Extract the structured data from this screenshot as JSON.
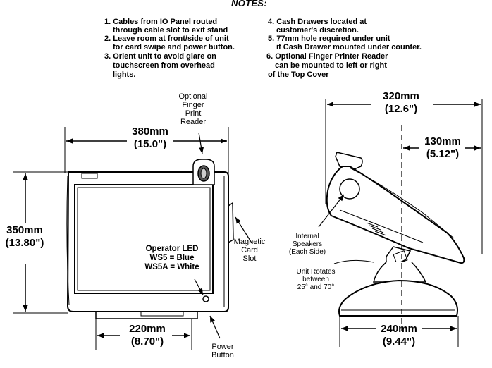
{
  "notes": {
    "title": "NOTES:",
    "left": [
      "1. Cables from IO Panel routed",
      "through cable slot to exit stand",
      "2. Leave room at front/side of unit",
      "for card swipe and power button.",
      "3. Orient unit to avoid glare on",
      "touchscreen from overhead",
      "lights."
    ],
    "right": [
      "4. Cash Drawers located at",
      "customer's discretion.",
      "5. 77mm hole required under unit",
      "if Cash Drawer mounted under counter.",
      "6. Optional Finger Printer Reader",
      "can be mounted to left or right",
      "of the Top Cover"
    ]
  },
  "front_view": {
    "width_mm": "380mm",
    "width_in": "(15.0\")",
    "height_mm": "350mm",
    "height_in": "(13.80\")",
    "base_mm": "220mm",
    "base_in": "(8.70\")",
    "fingerprint_label": [
      "Optional",
      "Finger",
      "Print",
      "Reader"
    ],
    "card_slot_label": [
      "Magnetic",
      "Card",
      "Slot"
    ],
    "led_label": [
      "Operator LED",
      "WS5 = Blue",
      "WS5A = White"
    ],
    "power_label": [
      "Power",
      "Button"
    ]
  },
  "side_view": {
    "depth_mm": "320mm",
    "depth_in": "(12.6\")",
    "offset_mm": "130mm",
    "offset_in": "(5.12\")",
    "base_mm": "240mm",
    "base_in": "(9.44\")",
    "speakers_label": [
      "Internal",
      "Speakers",
      "(Each Side)"
    ],
    "rotate_label": [
      "Unit Rotates",
      "between",
      "25° and 70°"
    ]
  }
}
